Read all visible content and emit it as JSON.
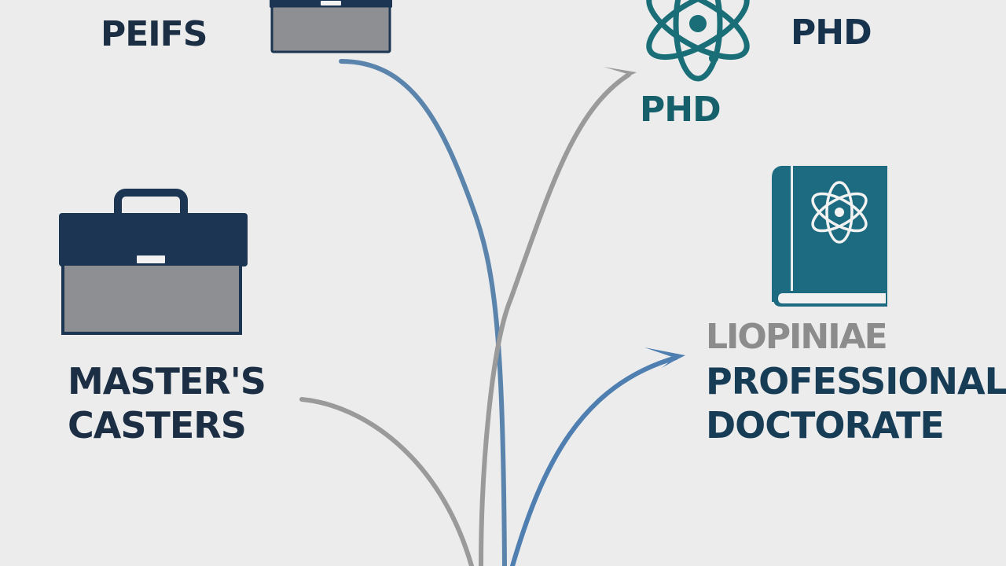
{
  "diagram": {
    "background_color": "#ececec",
    "nodes": [
      {
        "id": "peifs",
        "label": "PEIFS",
        "icon": "briefcase-icon",
        "position": "top-left"
      },
      {
        "id": "phd-top",
        "label": "PHD",
        "icon": "atom-icon",
        "position": "top-right"
      },
      {
        "id": "phd-teal",
        "label": "PHD",
        "position": "upper-right"
      },
      {
        "id": "masters",
        "label_lines": [
          "MASTER'S",
          "CASTERS"
        ],
        "icon": "briefcase-icon",
        "position": "middle-left"
      },
      {
        "id": "professional-doctorate",
        "label_garbled": "LIOPINIAE",
        "label_lines": [
          "PROFESSIONAL",
          "DOCTORATE"
        ],
        "icon": "book-atom-icon",
        "position": "middle-right"
      }
    ],
    "edges": [
      {
        "from": "peifs",
        "to": "bottom-center",
        "color": "#5b84ad",
        "arrow": false
      },
      {
        "from": "bottom-center",
        "to": "phd-teal",
        "color": "#9a9a9a",
        "arrow": true
      },
      {
        "from": "masters",
        "to": "bottom-center",
        "color": "#9a9a9a",
        "arrow": false
      },
      {
        "from": "bottom-center",
        "to": "professional-doctorate",
        "color": "#4f7fb0",
        "arrow": true
      }
    ],
    "colors": {
      "navy": "#1b3553",
      "briefcase_body": "#8c8d90",
      "teal": "#1a6b7a",
      "book_teal": "#1d6b80",
      "blue_line": "#5b84ad",
      "gray_line": "#9a9a9a"
    }
  },
  "labels": {
    "peifs": "PEIFS",
    "phd_top": "PHD",
    "phd_teal": "PHD",
    "masters_line1": "MASTER'S",
    "masters_line2": "CASTERS",
    "garbled": "LIOPINIAE",
    "prof_line1": "PROFESSIONAL",
    "prof_line2": "DOCTORATE"
  }
}
